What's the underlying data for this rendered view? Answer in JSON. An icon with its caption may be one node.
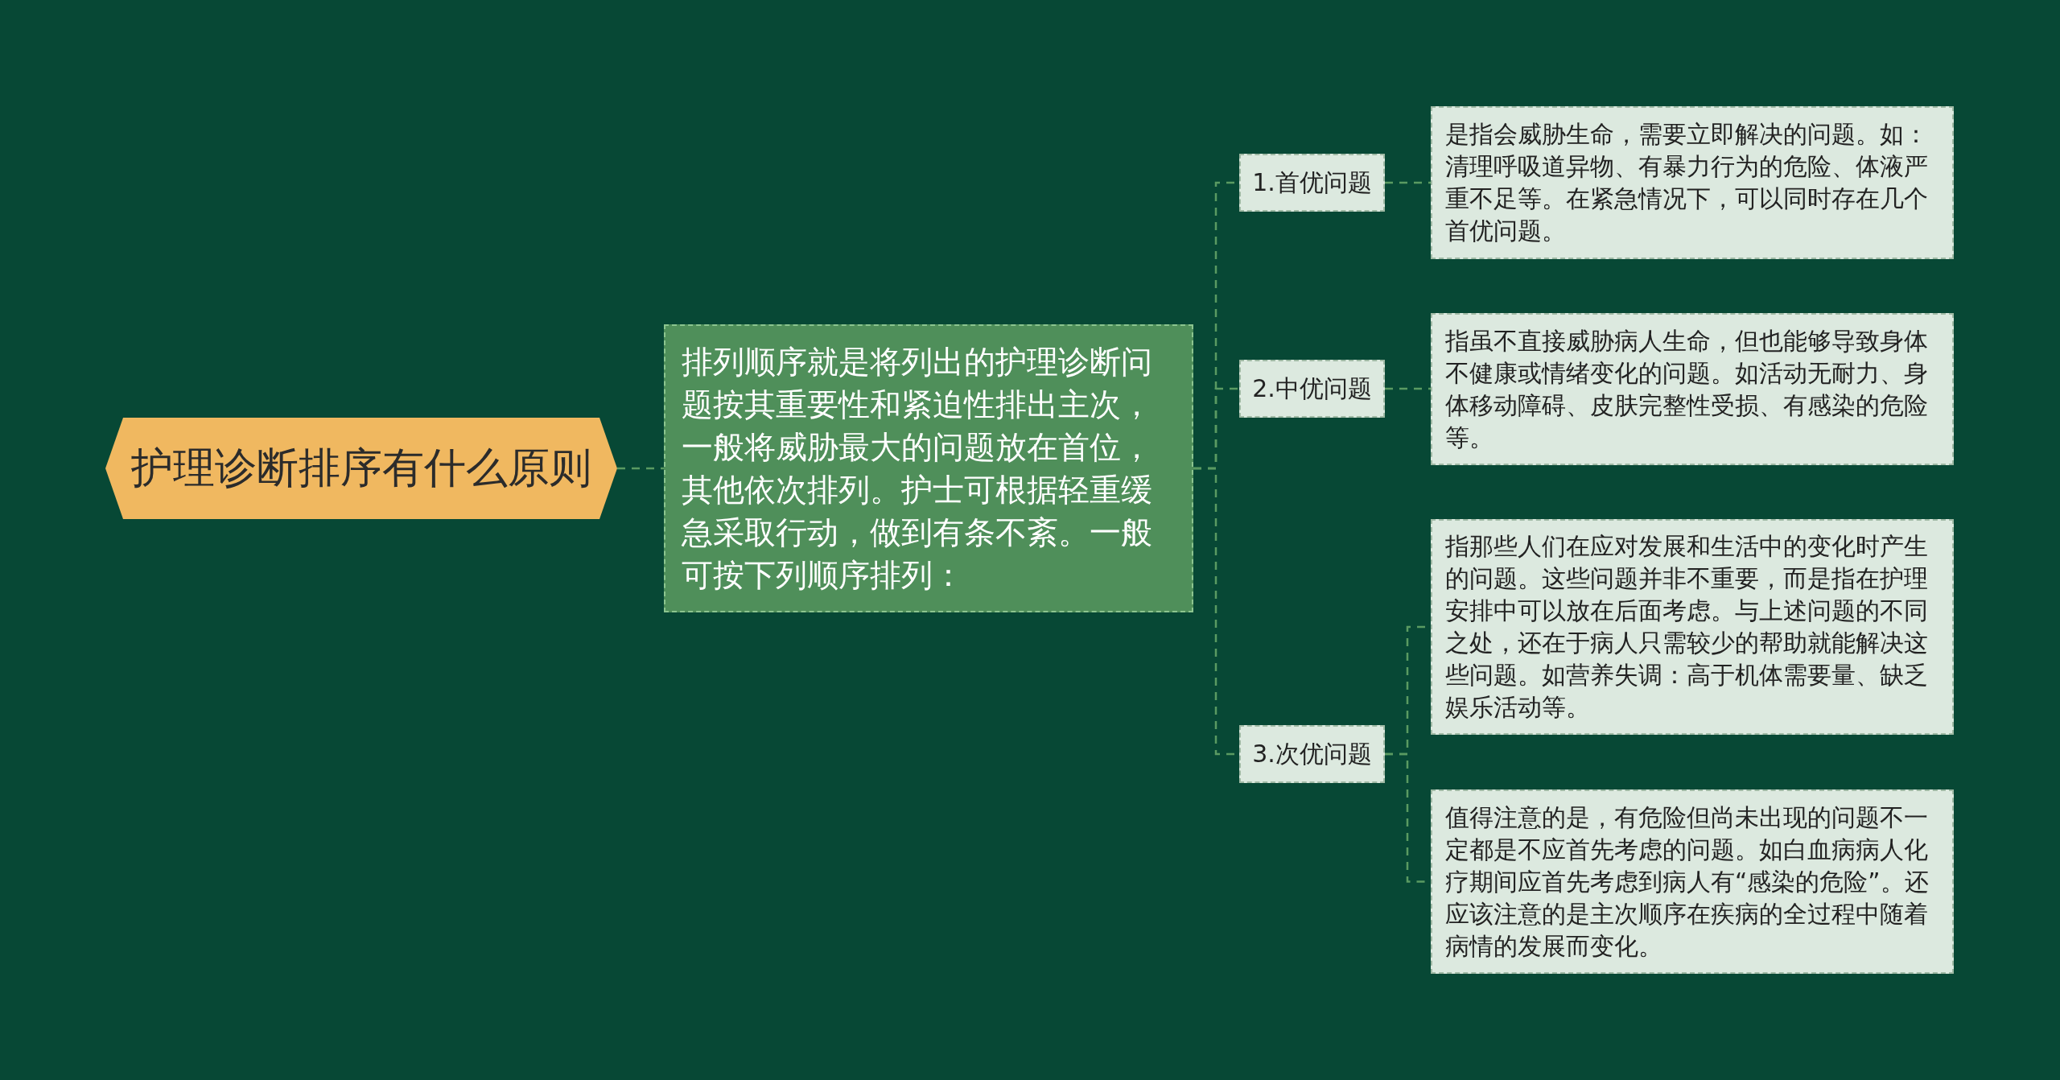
{
  "diagram": {
    "nodes": [
      {
        "text": [
          "护理诊断排序有什么原则"
        ]
      },
      {
        "text": [
          "排列顺序就是将列出的护理诊断问题按其重要性和紧迫性排出主次，一般将威胁最大的问题放在首位，其他依次排列。护士可根据轻重缓急采取行动，做到有条不紊。一般可按下列顺序排列："
        ]
      },
      {
        "text": [
          "1.首优问题"
        ]
      },
      {
        "text": [
          "是指会威胁生命，需要立即解决的问题。如：清理呼吸道异物、有暴力行为的危险、体液严重不足等。在紧急情况下，可以同时存在几个首优问题。"
        ]
      },
      {
        "text": [
          "2.中优问题"
        ]
      },
      {
        "text": [
          "指虽不直接威胁病人生命，但也能够导致身体不健康或情绪变化的问题。如活动无耐力、身体移动障碍、皮肤完整性受损、有感染的危险等。"
        ]
      },
      {
        "text": [
          "3.次优问题"
        ]
      },
      {
        "text": [
          "指那些人们在应对发展和生活中的变化时产生的问题。这些问题并非不重要，而是指在护理安排中可以放在后面考虑。与上述问题的不同之处，还在于病人只需较少的帮助就能解决这些问题。如营养失调：高于机体需要量、缺乏娱乐活动等。"
        ]
      },
      {
        "text": [
          "值得注意的是，有危险但尚未出现的问题不一定都是不应首先考虑的问题。如白血病病人化疗期间应首先考虑到病人有“感染的危险”。还应该注意的是主次顺序在疾病的全过程中随着病情的发展而变化。"
        ]
      }
    ],
    "edges": [
      {
        "from": 0,
        "to": 1,
        "arrow": "none",
        "style": "dashed"
      },
      {
        "from": 1,
        "to": 2,
        "arrow": "none",
        "style": "dashed"
      },
      {
        "from": 1,
        "to": 4,
        "arrow": "none",
        "style": "dashed"
      },
      {
        "from": 1,
        "to": 6,
        "arrow": "none",
        "style": "dashed"
      },
      {
        "from": 2,
        "to": 3,
        "arrow": "none",
        "style": "dashed"
      },
      {
        "from": 4,
        "to": 5,
        "arrow": "none",
        "style": "dashed"
      },
      {
        "from": 6,
        "to": 7,
        "arrow": "none",
        "style": "dashed"
      },
      {
        "from": 6,
        "to": 8,
        "arrow": "none",
        "style": "dashed"
      }
    ]
  }
}
